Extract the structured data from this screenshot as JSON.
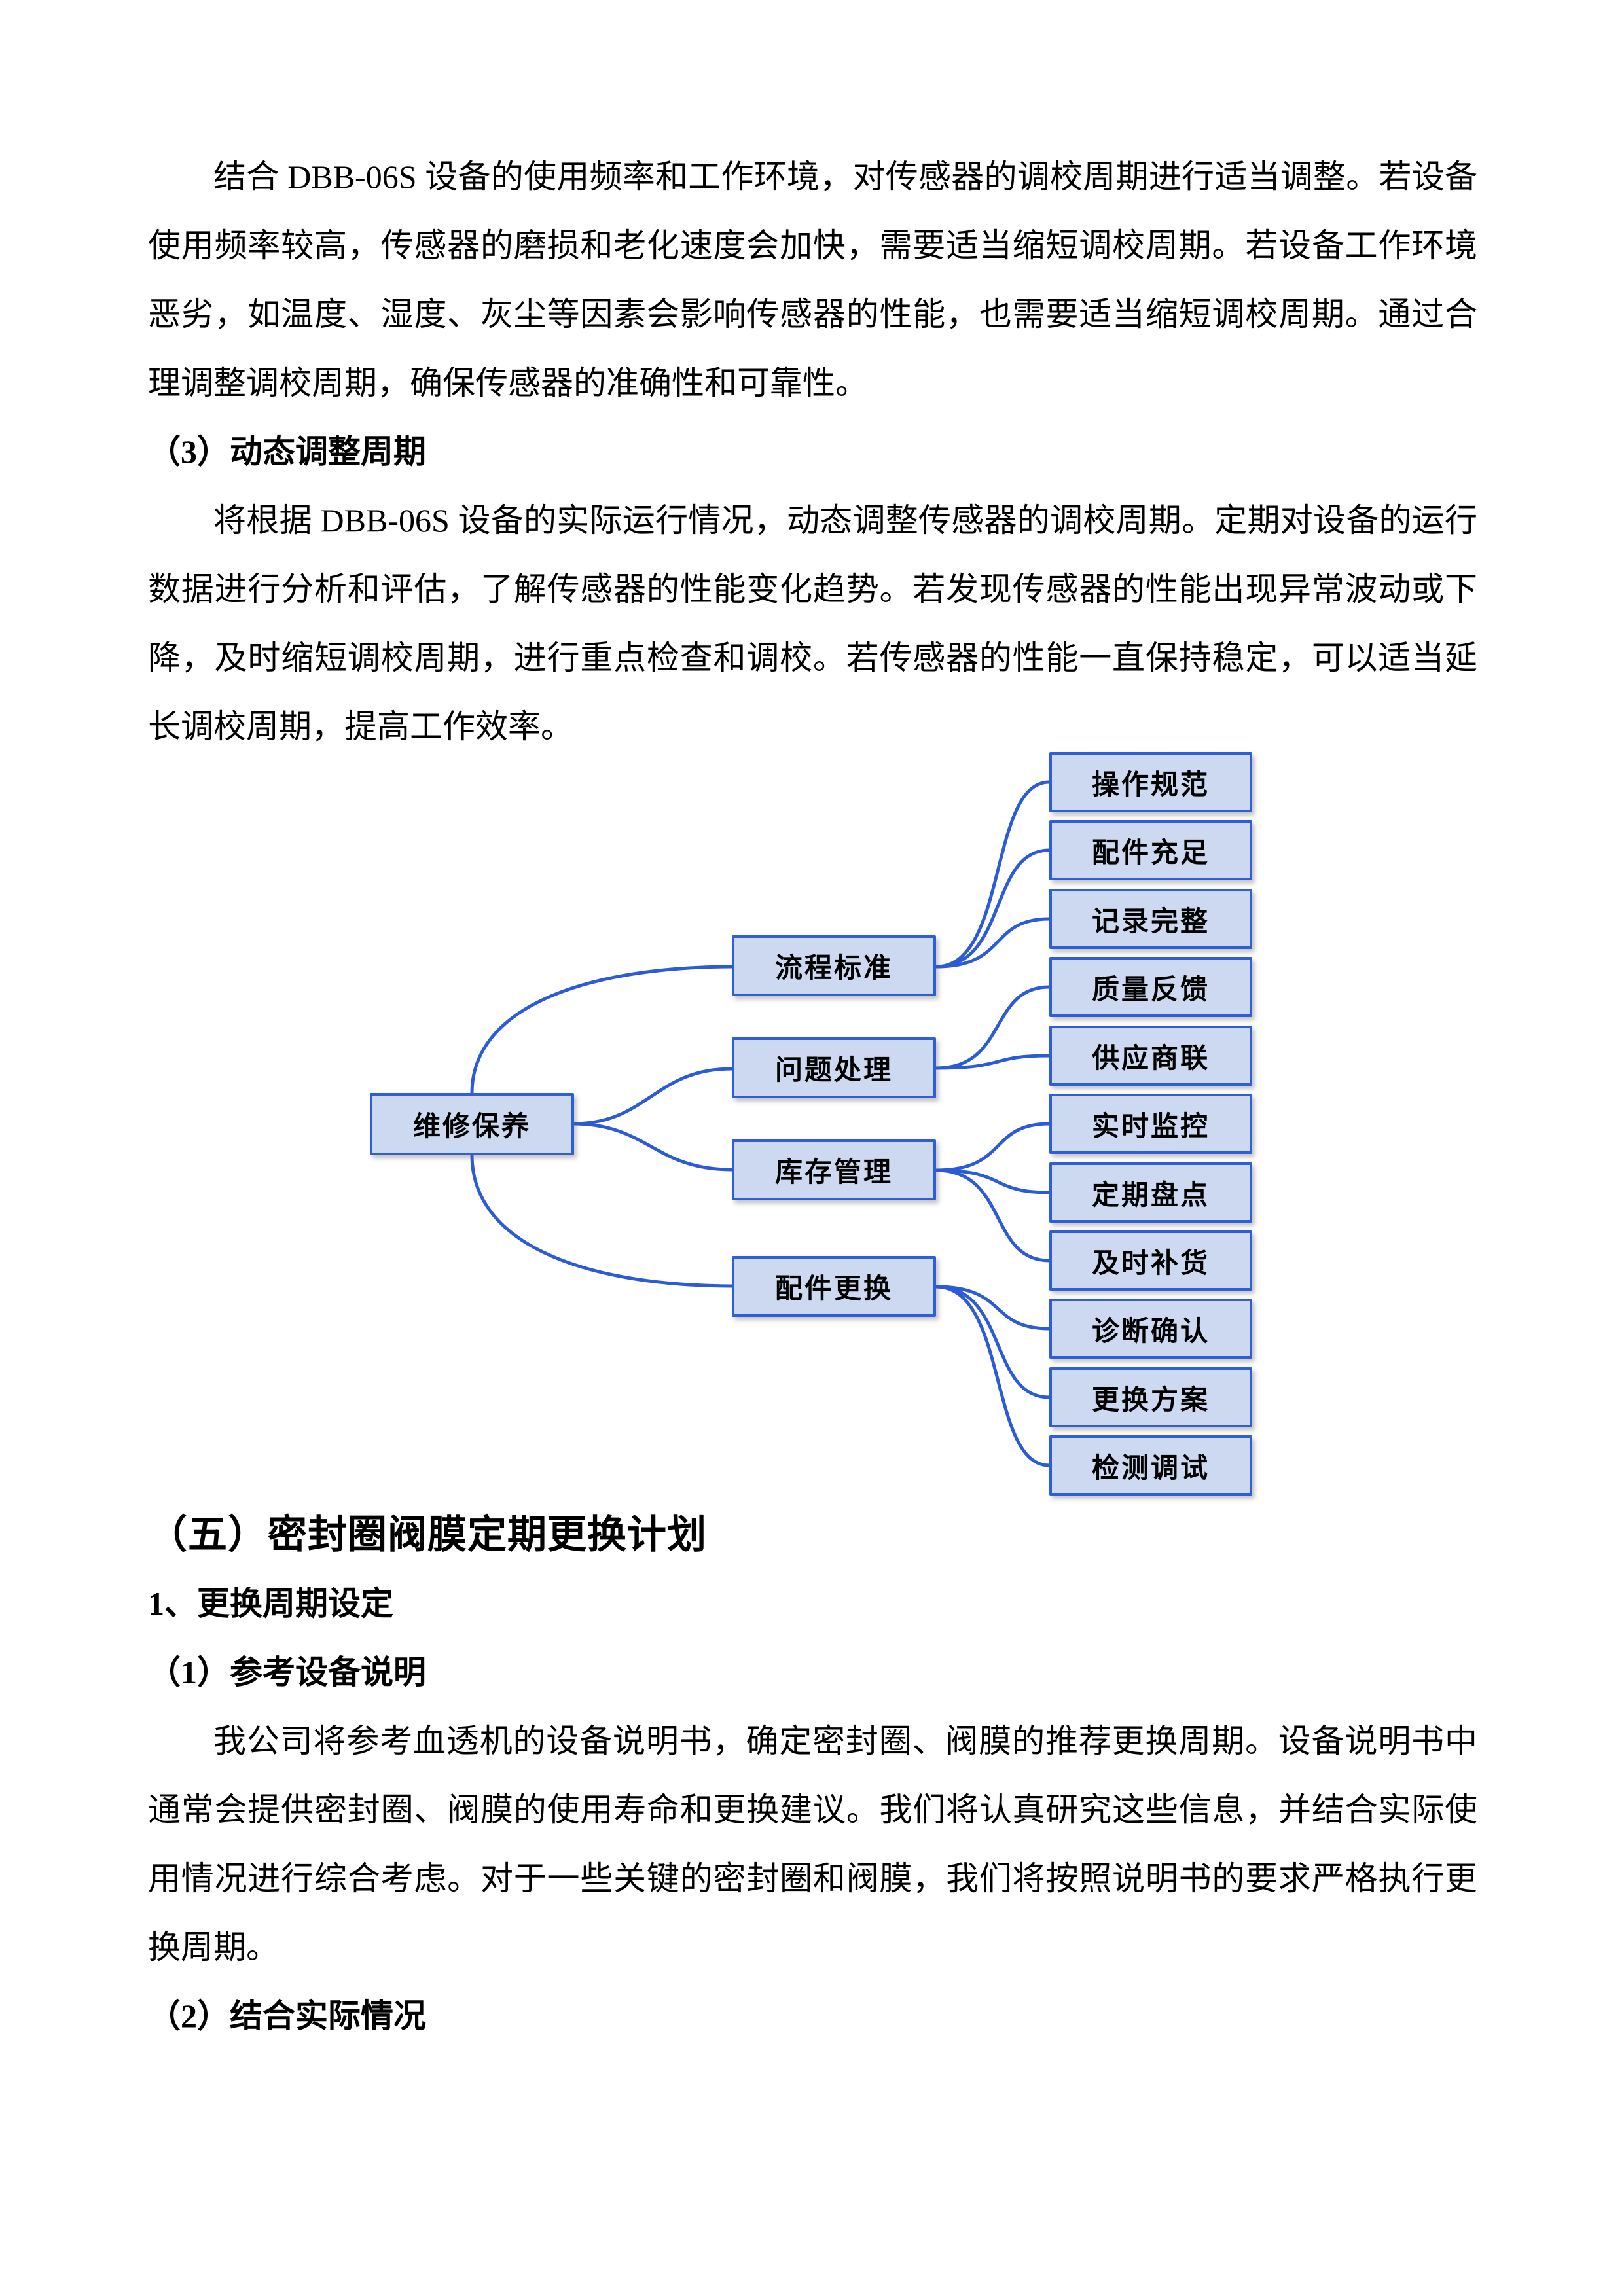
{
  "doc": {
    "p1": {
      "lines": [
        "结合 DBB-06S 设备的使用频率和工作环境，对传感器的调校周期进行适当调整。若设备",
        "使用频率较高，传感器的磨损和老化速度会加快，需要适当缩短调校周期。若设备工作环境",
        "恶劣，如温度、湿度、灰尘等因素会影响传感器的性能，也需要适当缩短调校周期。通过合",
        "理调整调校周期，确保传感器的准确性和可靠性。"
      ]
    },
    "h_dynamic": "（3）动态调整周期",
    "p2": {
      "lines": [
        "将根据 DBB-06S 设备的实际运行情况，动态调整传感器的调校周期。定期对设备的运行",
        "数据进行分析和评估，了解传感器的性能变化趋势。若发现传感器的性能出现异常波动或下",
        "降，及时缩短调校周期，进行重点检查和调校。若传感器的性能一直保持稳定，可以适当延",
        "长调校周期，提高工作效率。"
      ]
    },
    "h_section": "（五）密封圈阀膜定期更换计划",
    "h_sub1": "1、更换周期设定",
    "h_item1": "（1）参考设备说明",
    "p3": {
      "lines": [
        "我公司将参考血透机的设备说明书，确定密封圈、阀膜的推荐更换周期。设备说明书中",
        "通常会提供密封圈、阀膜的使用寿命和更换建议。我们将认真研究这些信息，并结合实际使",
        "用情况进行综合考虑。对于一些关键的密封圈和阀膜，我们将按照说明书的要求严格执行更",
        "换周期。"
      ]
    },
    "h_item2": "（2）结合实际情况"
  },
  "diagram": {
    "root": "维修保养",
    "branches": [
      {
        "label": "流程标准",
        "children": [
          "操作规范",
          "配件充足",
          "记录完整"
        ]
      },
      {
        "label": "问题处理",
        "children": [
          "质量反馈",
          "供应商联"
        ]
      },
      {
        "label": "库存管理",
        "children": [
          "实时监控",
          "定期盘点",
          "及时补货"
        ]
      },
      {
        "label": "配件更换",
        "children": [
          "诊断确认",
          "更换方案",
          "检测调试"
        ]
      }
    ],
    "colors": {
      "node_fill": "#cdd9f1",
      "node_border": "#2e5fd8",
      "connector": "#2b5bd7",
      "node_label": "#000000"
    }
  }
}
